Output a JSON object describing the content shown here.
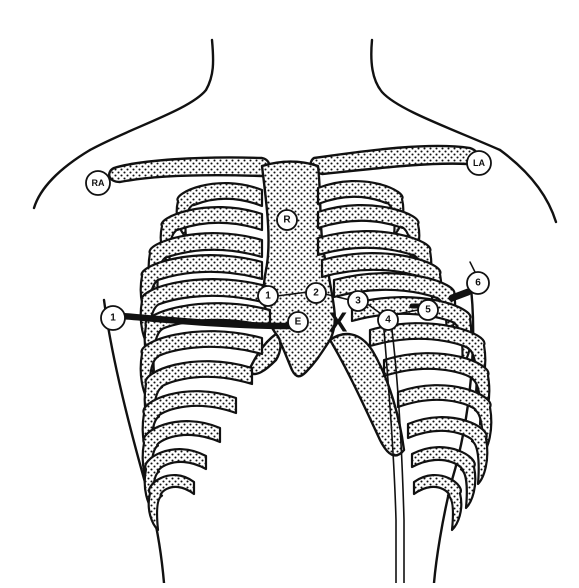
{
  "labels": {
    "ra": "RA",
    "la": "LA",
    "r": "R",
    "e": "E",
    "lead_1": "1",
    "lead_2": "2",
    "lead_3": "3",
    "lead_4": "4",
    "lead_5": "5",
    "lead_6": "6",
    "lateral_1": "1",
    "cross": "X"
  }
}
